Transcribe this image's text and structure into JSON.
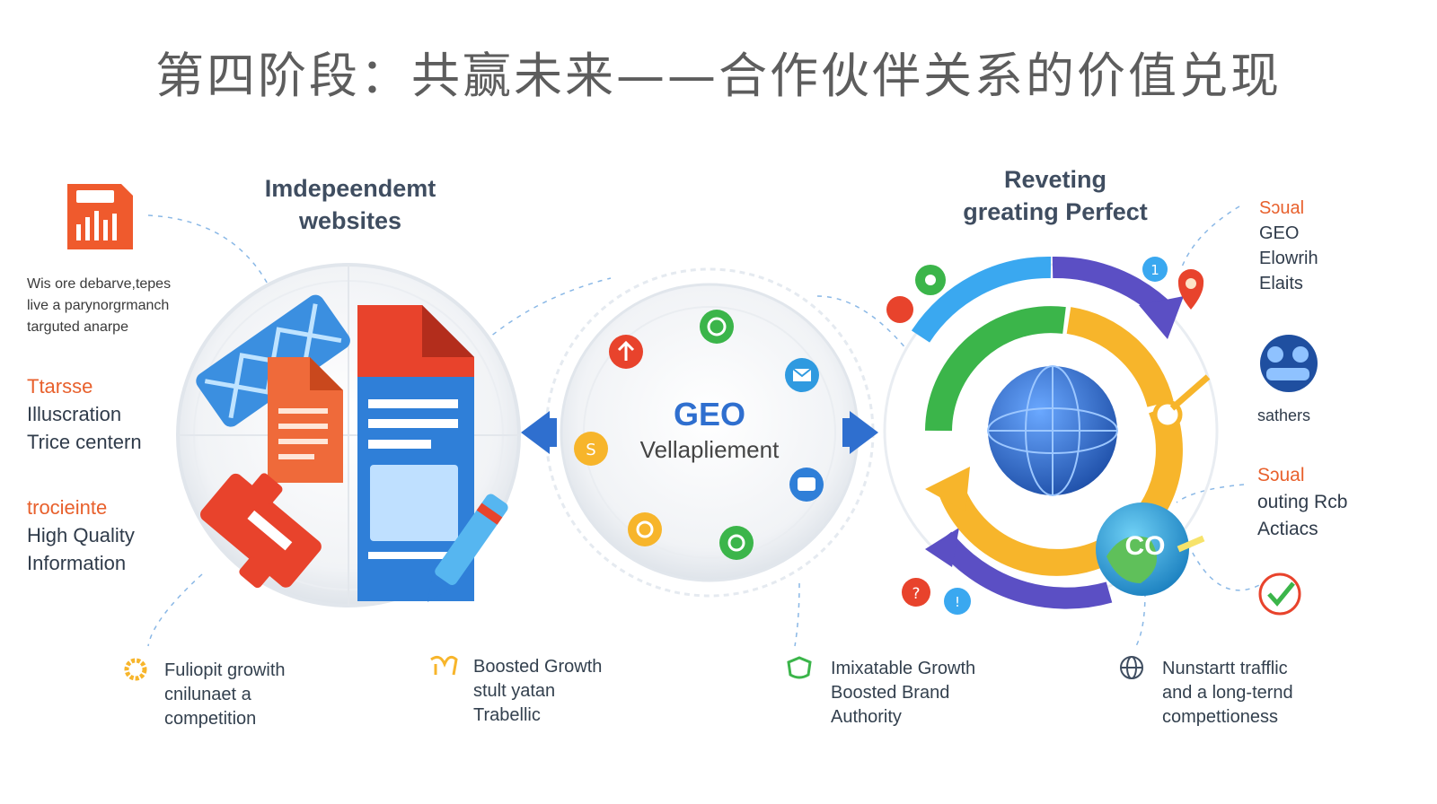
{
  "title": "第四阶段：共赢未来——合作伙伴关系的价值兑现",
  "left_section": {
    "heading_line1": "Imdepeendemt",
    "heading_line2": "websites",
    "small_lines": [
      "Wis ore debarve,tepes",
      "live a parynorgrmanch",
      "targuted anarpe"
    ],
    "item1": {
      "accent": "Ttarsse",
      "line1": "Illuscration",
      "line2": "Trice centern"
    },
    "item2": {
      "accent": "trocieinte",
      "line1": "High Quality",
      "line2": "Information"
    }
  },
  "center": {
    "title": "GEO",
    "subtitle": "Vellapliement"
  },
  "right_section": {
    "heading_line1": "Reveting",
    "heading_line2": "greating Perfect",
    "item1": {
      "accent": "Sɔual",
      "lines": [
        "GEO",
        "Elowrih",
        "Elaits"
      ]
    },
    "item2": {
      "label": "sathers"
    },
    "item3": {
      "accent": "Sɔual",
      "lines": [
        "outing Rcb",
        "Actiacs"
      ]
    },
    "globe_label": "CO"
  },
  "bottom": [
    {
      "icon": "gear-icon",
      "lines": [
        "Fuliopit growith",
        "cnilunaet a",
        "competition"
      ]
    },
    {
      "icon": "handshake-icon",
      "lines": [
        "Boosted Growth",
        "stult yatan",
        "Trabellic"
      ]
    },
    {
      "icon": "shield-icon",
      "lines": [
        "Imixatable Growth",
        "Boosted Brand",
        "Authority"
      ]
    },
    {
      "icon": "globe-icon",
      "lines": [
        "Nunstartt trafflic",
        "and a long-ternd",
        "compettioness"
      ]
    }
  ],
  "colors": {
    "orange": "#e8602c",
    "blue": "#2f7fd8",
    "green": "#3bb54a",
    "yellow": "#f7b52b",
    "purple": "#5b4fc4",
    "red": "#e8432c"
  }
}
